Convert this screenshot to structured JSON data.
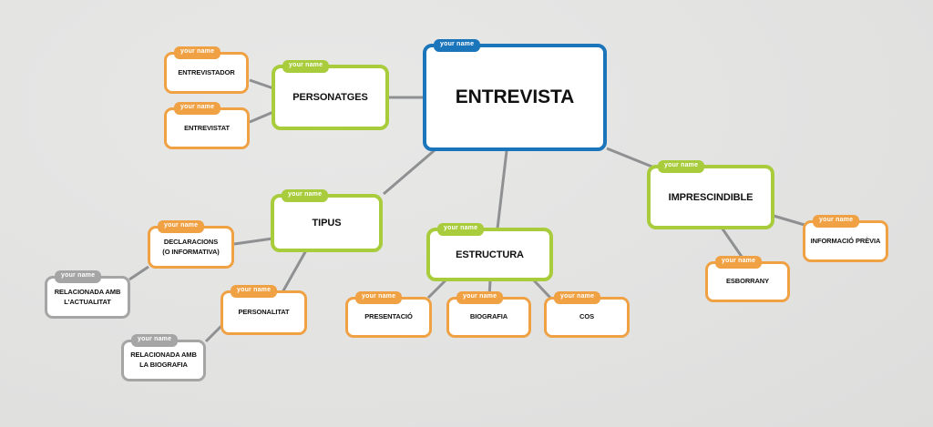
{
  "canvas": {
    "background": "#e4e4e3"
  },
  "tab_label": "your name",
  "colors": {
    "center": "#1b75bb",
    "branch": "#a8cc3b",
    "leaf": "#efa143",
    "subleaf": "#a5a5a5",
    "connector": "#8f9092"
  },
  "nodes": {
    "entrevista": {
      "label": "ENTREVISTA",
      "color": "blue"
    },
    "personatges": {
      "label": "PERSONATGES",
      "color": "green"
    },
    "entrevistador": {
      "label": "ENTREVISTADOR",
      "color": "orange"
    },
    "entrevistat": {
      "label": "ENTREVISTAT",
      "color": "orange"
    },
    "tipus": {
      "label": "TIPUS",
      "color": "green"
    },
    "declaracions": {
      "label": "DECLARACIONS\n(O INFORMATIVA)",
      "color": "orange"
    },
    "rel_actualitat": {
      "label": "RELACIONADA AMB\nL’ACTUALITAT",
      "color": "gray"
    },
    "personalitat": {
      "label": "PERSONALITAT",
      "color": "orange"
    },
    "rel_biografia": {
      "label": "RELACIONADA AMB\nLA BIOGRAFIA",
      "color": "gray"
    },
    "estructura": {
      "label": "ESTRUCTURA",
      "color": "green"
    },
    "presentacio": {
      "label": "PRESENTACIÓ",
      "color": "orange"
    },
    "biografia": {
      "label": "BIOGRAFIA",
      "color": "orange"
    },
    "cos": {
      "label": "COS",
      "color": "orange"
    },
    "imprescindible": {
      "label": "IMPRESCINDIBLE",
      "color": "green"
    },
    "informacio_previa": {
      "label": "INFORMACIÓ PRÈVIA",
      "color": "orange"
    },
    "esborrany": {
      "label": "ESBORRANY",
      "color": "orange"
    }
  },
  "edges": [
    {
      "from": "entrevistador",
      "to": "personatges"
    },
    {
      "from": "entrevistat",
      "to": "personatges"
    },
    {
      "from": "personatges",
      "to": "entrevista"
    },
    {
      "from": "entrevista",
      "to": "tipus"
    },
    {
      "from": "entrevista",
      "to": "estructura"
    },
    {
      "from": "entrevista",
      "to": "imprescindible"
    },
    {
      "from": "tipus",
      "to": "declaracions"
    },
    {
      "from": "tipus",
      "to": "personalitat"
    },
    {
      "from": "declaracions",
      "to": "rel_actualitat"
    },
    {
      "from": "personalitat",
      "to": "rel_biografia"
    },
    {
      "from": "estructura",
      "to": "presentacio"
    },
    {
      "from": "estructura",
      "to": "biografia"
    },
    {
      "from": "estructura",
      "to": "cos"
    },
    {
      "from": "imprescindible",
      "to": "informacio_previa"
    },
    {
      "from": "imprescindible",
      "to": "esborrany"
    }
  ]
}
